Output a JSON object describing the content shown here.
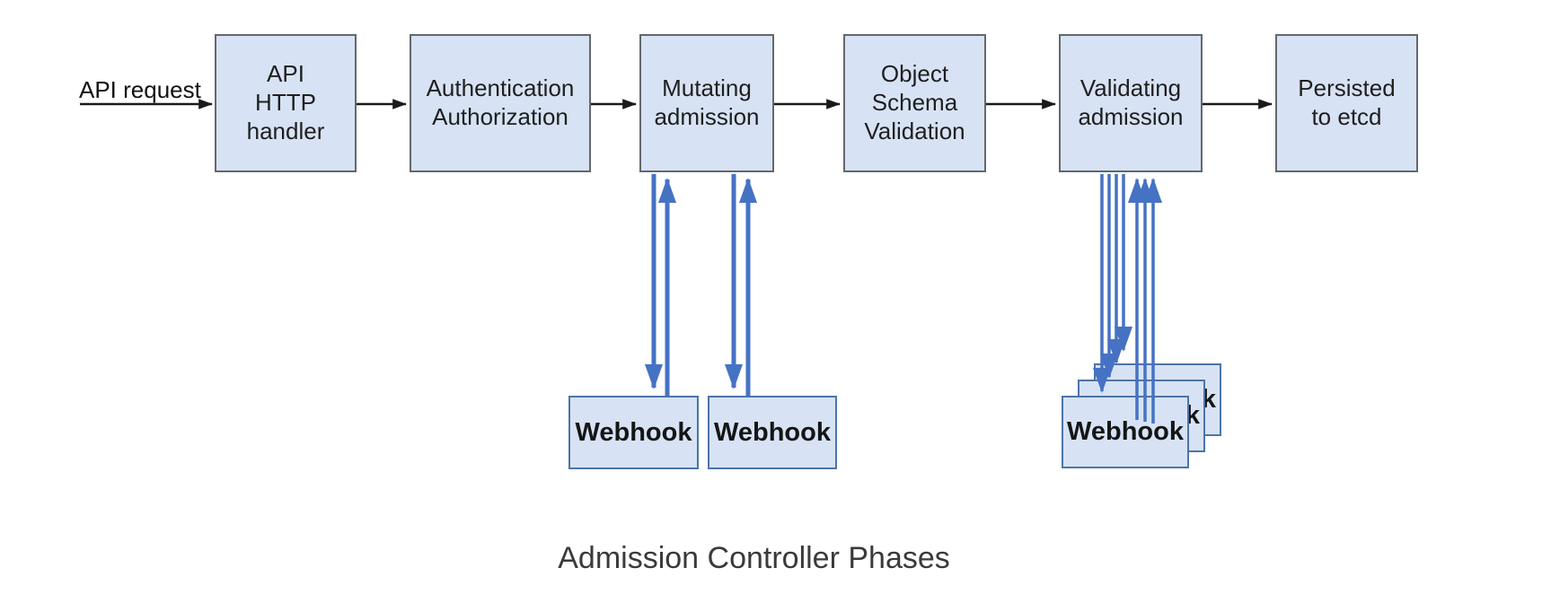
{
  "colors": {
    "box-fill": "#d7e3f4",
    "box-border": "#63686d",
    "webhook-border": "#4d74a8",
    "arrow-blue": "#4672c4",
    "arrow-black": "#1a1a1a",
    "text": "#1f1f1f",
    "caption": "#3a3a3a"
  },
  "diagram": {
    "request_label": "API request",
    "caption": "Admission Controller Phases",
    "phases": [
      {
        "label": "API\nHTTP\nhandler"
      },
      {
        "label": "Authentication\nAuthorization"
      },
      {
        "label": "Mutating\nadmission"
      },
      {
        "label": "Object\nSchema\nValidation"
      },
      {
        "label": "Validating\nadmission"
      },
      {
        "label": "Persisted\nto etcd"
      }
    ],
    "mutating_webhooks": [
      {
        "label": "Webhook"
      },
      {
        "label": "Webhook"
      }
    ],
    "validating_webhooks": [
      {
        "label": "Webhook"
      },
      {
        "label": "Webhook"
      },
      {
        "label": "Webhook"
      }
    ]
  }
}
